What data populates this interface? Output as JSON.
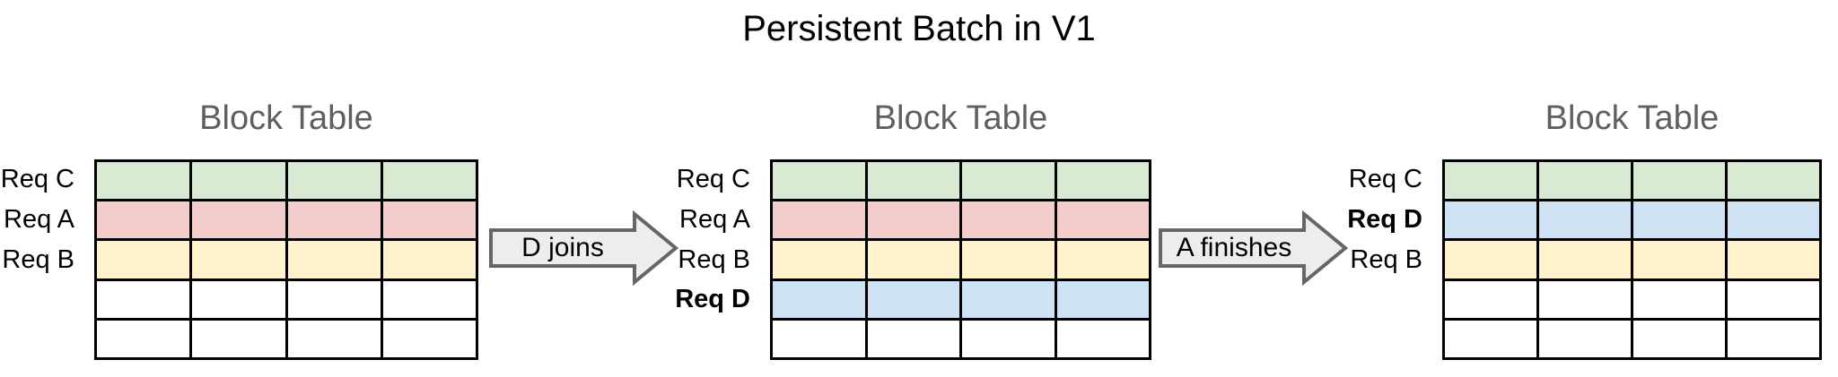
{
  "title": "Persistent Batch in V1",
  "stages": [
    {
      "table_title": "Block Table",
      "columns": 4,
      "rows": [
        {
          "label": "Req C",
          "fill": "#d9ead3",
          "bold": false
        },
        {
          "label": "Req A",
          "fill": "#f4cccc",
          "bold": false
        },
        {
          "label": "Req B",
          "fill": "#fff2cc",
          "bold": false
        },
        {
          "label": "",
          "fill": "#ffffff",
          "bold": false
        },
        {
          "label": "",
          "fill": "#ffffff",
          "bold": false
        }
      ]
    },
    {
      "table_title": "Block Table",
      "columns": 4,
      "rows": [
        {
          "label": "Req C",
          "fill": "#d9ead3",
          "bold": false
        },
        {
          "label": "Req A",
          "fill": "#f4cccc",
          "bold": false
        },
        {
          "label": "Req B",
          "fill": "#fff2cc",
          "bold": false
        },
        {
          "label": "Req D",
          "fill": "#cfe2f3",
          "bold": true
        },
        {
          "label": "",
          "fill": "#ffffff",
          "bold": false
        }
      ]
    },
    {
      "table_title": "Block Table",
      "columns": 4,
      "rows": [
        {
          "label": "Req C",
          "fill": "#d9ead3",
          "bold": false
        },
        {
          "label": "Req D",
          "fill": "#cfe2f3",
          "bold": true
        },
        {
          "label": "Req B",
          "fill": "#fff2cc",
          "bold": false
        },
        {
          "label": "",
          "fill": "#ffffff",
          "bold": false
        },
        {
          "label": "",
          "fill": "#ffffff",
          "bold": false
        }
      ]
    }
  ],
  "arrows": [
    {
      "label": "D joins"
    },
    {
      "label": "A finishes"
    }
  ],
  "colors": {
    "req_c_green": "#d9ead3",
    "req_a_red": "#f4cccc",
    "req_b_yellow": "#fff2cc",
    "req_d_blue": "#cfe2f3",
    "empty_white": "#ffffff",
    "arrow_fill": "#ededed",
    "arrow_border": "#666666",
    "table_border": "#000000",
    "table_title_gray": "#5f5f5f"
  }
}
